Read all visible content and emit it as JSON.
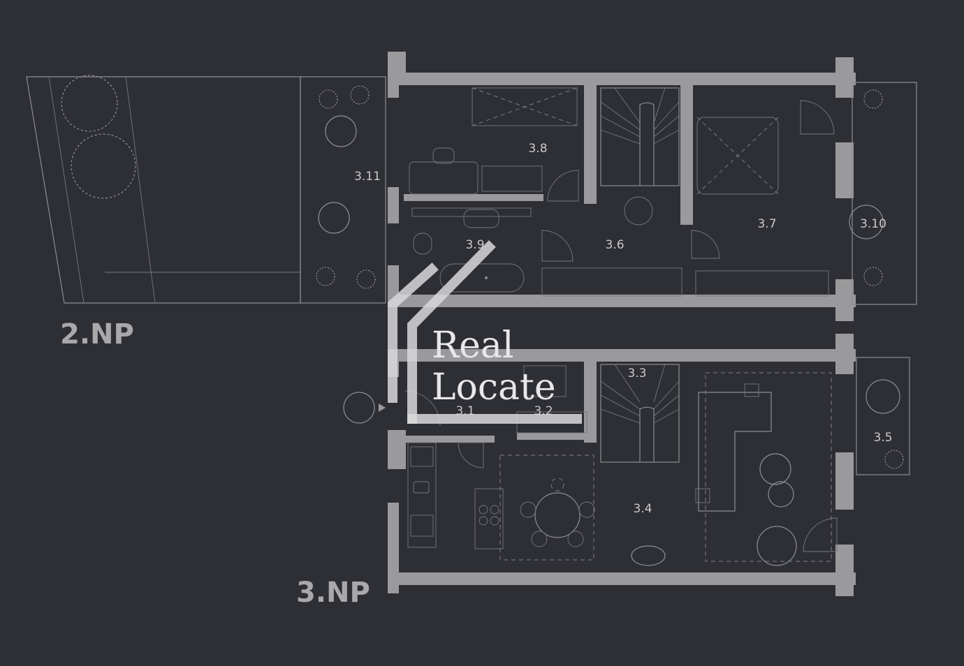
{
  "floors": [
    {
      "label": "2.NP",
      "rooms": [
        "3.6",
        "3.7",
        "3.8",
        "3.9",
        "3.10",
        "3.11"
      ]
    },
    {
      "label": "3.NP",
      "rooms": [
        "3.1",
        "3.2",
        "3.3",
        "3.4",
        "3.5"
      ]
    }
  ],
  "watermark": {
    "line1": "Real",
    "line2": "Locate"
  },
  "colors": {
    "background": "#2e2f35",
    "walls": "#9a9a9c",
    "lines": "#8d8e92",
    "text": "#c9c9cb"
  }
}
